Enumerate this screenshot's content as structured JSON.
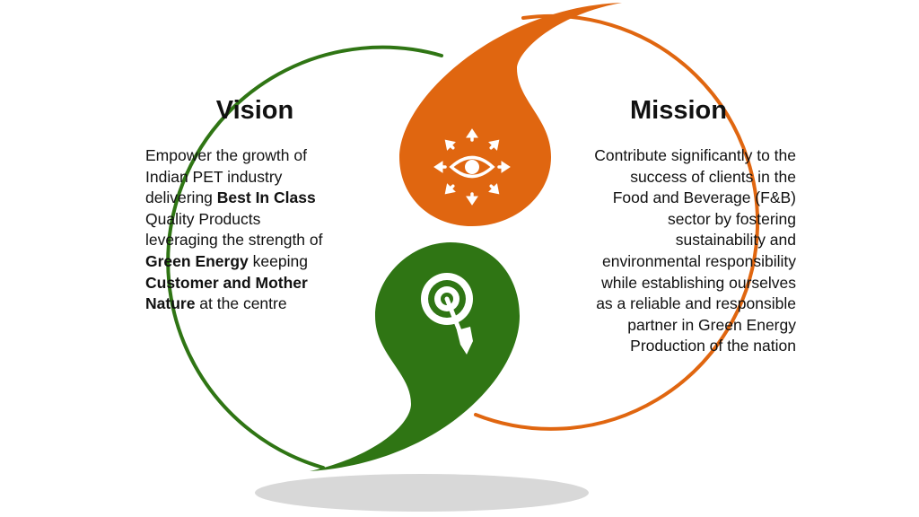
{
  "colors": {
    "green": "#2f7514",
    "orange": "#e06610",
    "shadow": "#d8d8d8",
    "text": "#111111",
    "icon": "#ffffff"
  },
  "vision": {
    "title": "Vision",
    "lines": [
      [
        {
          "t": "Empower the growth of"
        }
      ],
      [
        {
          "t": "Indian PET industry"
        }
      ],
      [
        {
          "t": "delivering "
        },
        {
          "t": "Best In Class",
          "b": true
        }
      ],
      [
        {
          "t": "Quality Products"
        }
      ],
      [
        {
          "t": "leveraging the strength of"
        }
      ],
      [
        {
          "t": "Green Energy",
          "b": true
        },
        {
          "t": " keeping"
        }
      ],
      [
        {
          "t": "Customer and Mother",
          "b": true
        }
      ],
      [
        {
          "t": "Nature",
          "b": true
        },
        {
          "t": " at the centre"
        }
      ]
    ],
    "icon": "target-arrow-icon"
  },
  "mission": {
    "title": "Mission",
    "lines": [
      "Contribute significantly to the",
      "success of clients in the",
      "Food and Beverage (F&B)",
      "sector by fostering",
      "sustainability and",
      "environmental responsibility",
      "while establishing ourselves",
      "as a reliable and responsible",
      "partner in Green Energy",
      "Production of the nation"
    ],
    "icon": "eye-arrows-icon"
  }
}
